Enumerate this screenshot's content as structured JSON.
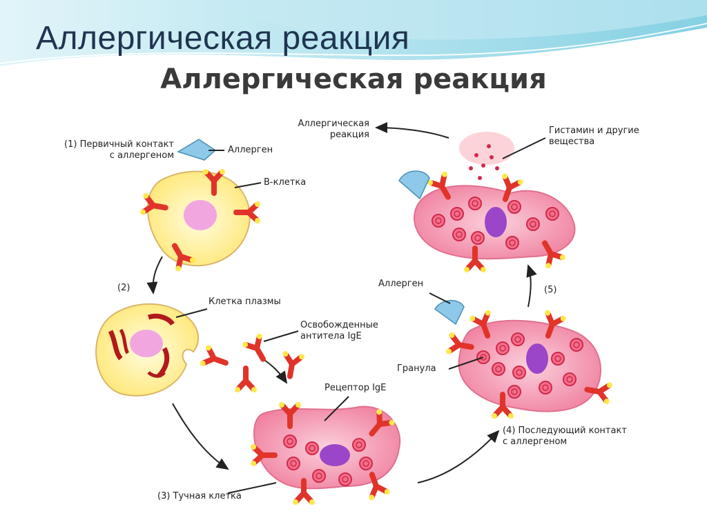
{
  "slide_title": "Аллергическая реакция",
  "diagram_title": "Аллергическая реакция",
  "labels": {
    "step1_line1": "(1) Первичный контакт",
    "step1_line2": "с аллергеном",
    "allergen": "Аллерген",
    "b_cell": "В-клетка",
    "step2": "(2)",
    "plasma_cell": "Клетка плазмы",
    "released_line1": "Освобожденные",
    "released_line2": "антитела IgE",
    "ige_receptor": "Рецептор IgE",
    "step3": "(3) Тучная клетка",
    "allergic_reaction_line1": "Аллергическая",
    "allergic_reaction_line2": "реакция",
    "histamine_line1": "Гистамин и другие",
    "histamine_line2": "вещества",
    "allergen2": "Аллерген",
    "step5": "(5)",
    "granule": "Гранула",
    "step4_line1": "(4) Последующий контакт",
    "step4_line2": "с аллергеном"
  },
  "colors": {
    "title": "#1f3550",
    "b_cell_fill": "#fff6a8",
    "mast_cell_fill": "#f6a0b8",
    "nucleus_b": "#f2a6e0",
    "nucleus_mast": "#9b46c8",
    "antibody": "#e0342a",
    "antibody_tip": "#ffe74a",
    "allergen": "#8ec9ea",
    "granule": "#e83a5c",
    "header_wave": "#7dcde0"
  }
}
